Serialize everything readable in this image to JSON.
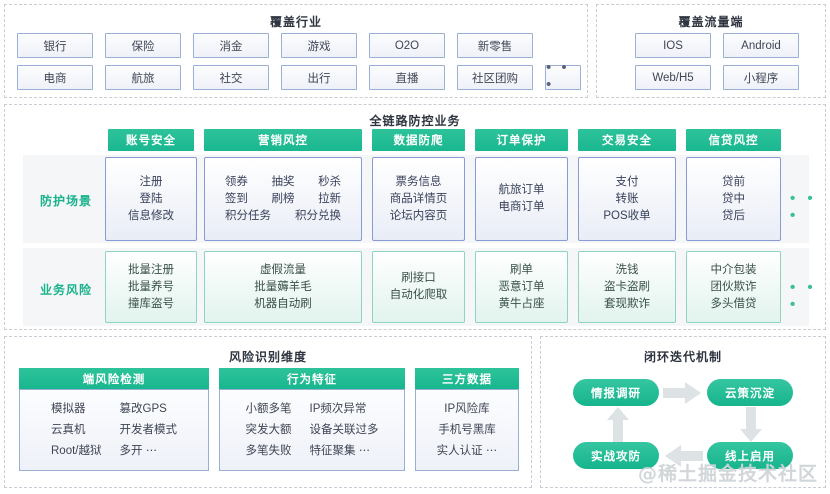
{
  "industries": {
    "title": "覆盖行业",
    "items": [
      "银行",
      "保险",
      "消金",
      "游戏",
      "O2O",
      "新零售",
      "电商",
      "航旅",
      "社交",
      "出行",
      "直播",
      "社区团购"
    ],
    "more": "• • •"
  },
  "traffic_ends": {
    "title": "覆盖流量端",
    "items": [
      "IOS",
      "Android",
      "Web/H5",
      "小程序"
    ]
  },
  "mid": {
    "title": "全链路防控业务",
    "row_labels": {
      "scene": "防护场景",
      "risk": "业务风险"
    },
    "more": "• • •",
    "columns": [
      {
        "tab": "账号安全",
        "scene": [
          "注册",
          "登陆",
          "信息修改"
        ],
        "risk": [
          "批量注册",
          "批量养号",
          "撞库盗号"
        ]
      },
      {
        "tab": "营销风控",
        "scene": [
          "领券",
          "抽奖",
          "秒杀",
          "签到",
          "刷榜",
          "拉新",
          "积分任务",
          "积分兑换"
        ],
        "risk": [
          "虚假流量",
          "批量薅羊毛",
          "机器自动刷"
        ]
      },
      {
        "tab": "数据防爬",
        "scene": [
          "票务信息",
          "商品详情页",
          "论坛内容页"
        ],
        "risk": [
          "刷接口",
          "自动化爬取"
        ]
      },
      {
        "tab": "订单保护",
        "scene": [
          "航旅订单",
          "电商订单"
        ],
        "risk": [
          "刷单",
          "恶意订单",
          "黄牛占座"
        ]
      },
      {
        "tab": "交易安全",
        "scene": [
          "支付",
          "转账",
          "POS收单"
        ],
        "risk": [
          "洗钱",
          "盗卡盗刷",
          "套现欺诈"
        ]
      },
      {
        "tab": "信贷风控",
        "scene": [
          "贷前",
          "贷中",
          "贷后"
        ],
        "risk": [
          "中介包装",
          "团伙欺诈",
          "多头借贷"
        ]
      }
    ]
  },
  "dimensions": {
    "title": "风险识别维度",
    "groups": [
      {
        "head": "端风险检测",
        "items": [
          "模拟器",
          "篡改GPS",
          "云真机",
          "开发者模式",
          "Root/越狱",
          "多开  ⋯"
        ]
      },
      {
        "head": "行为特征",
        "items": [
          "小额多笔",
          "IP频次异常",
          "突发大额",
          "设备关联过多",
          "多笔失败",
          "特征聚集  ⋯"
        ]
      },
      {
        "head": "三方数据",
        "items": [
          "IP风险库",
          "手机号黑库",
          "实人认证  ⋯"
        ]
      }
    ]
  },
  "loop": {
    "title": "闭环迭代机制",
    "nodes": [
      "情报调研",
      "云策沉淀",
      "线上启用",
      "实战攻防"
    ]
  },
  "watermark": "@稀土掘金技术社区",
  "colors": {
    "accent_green": "#19b790",
    "chip_border_blue": "#9aafd4",
    "card_border_blue": "#8a9ad4",
    "card_border_green": "#8fd4c0",
    "band_bg": "#f5f6f8",
    "frame_dashed": "#c9ccd4"
  }
}
